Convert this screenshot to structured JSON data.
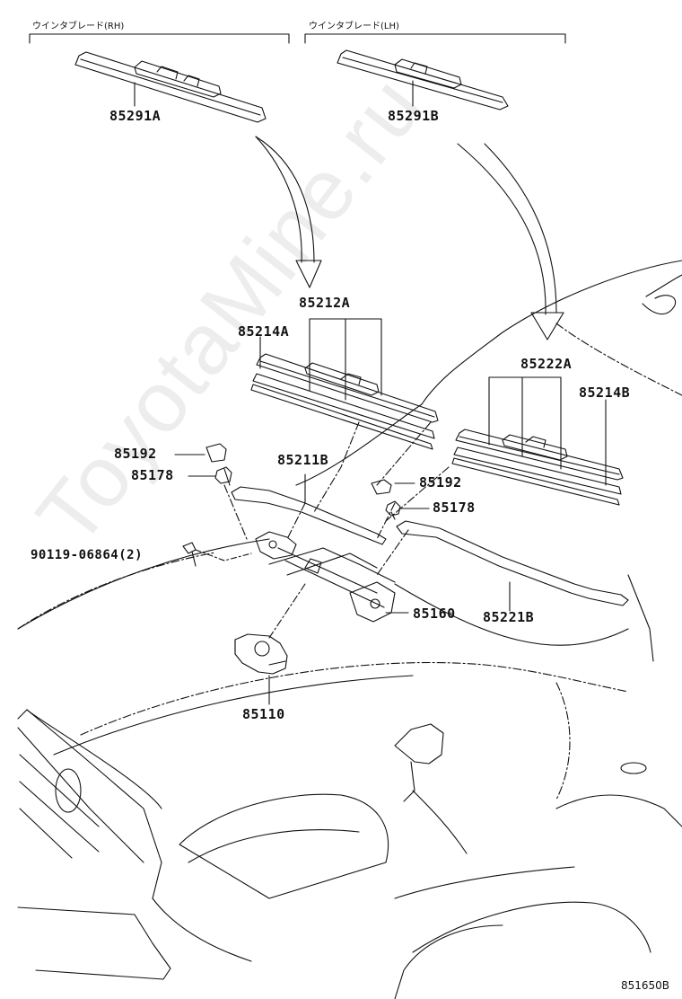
{
  "headers": {
    "rh": "ウインタブレード(RH)",
    "lh": "ウインタブレード(LH)"
  },
  "parts": {
    "p85291A": "85291A",
    "p85291B": "85291B",
    "p85212A": "85212A",
    "p85214A": "85214A",
    "p85222A": "85222A",
    "p85214B": "85214B",
    "p85192_left": "85192",
    "p85178_left": "85178",
    "p85211B": "85211B",
    "p85192_right": "85192",
    "p85178_right": "85178",
    "p90119": "90119-06864(2)",
    "p85160": "85160",
    "p85221B": "85221B",
    "p85110": "85110"
  },
  "diagram_code": "851650B",
  "watermark": "ToyotaMine.ru"
}
